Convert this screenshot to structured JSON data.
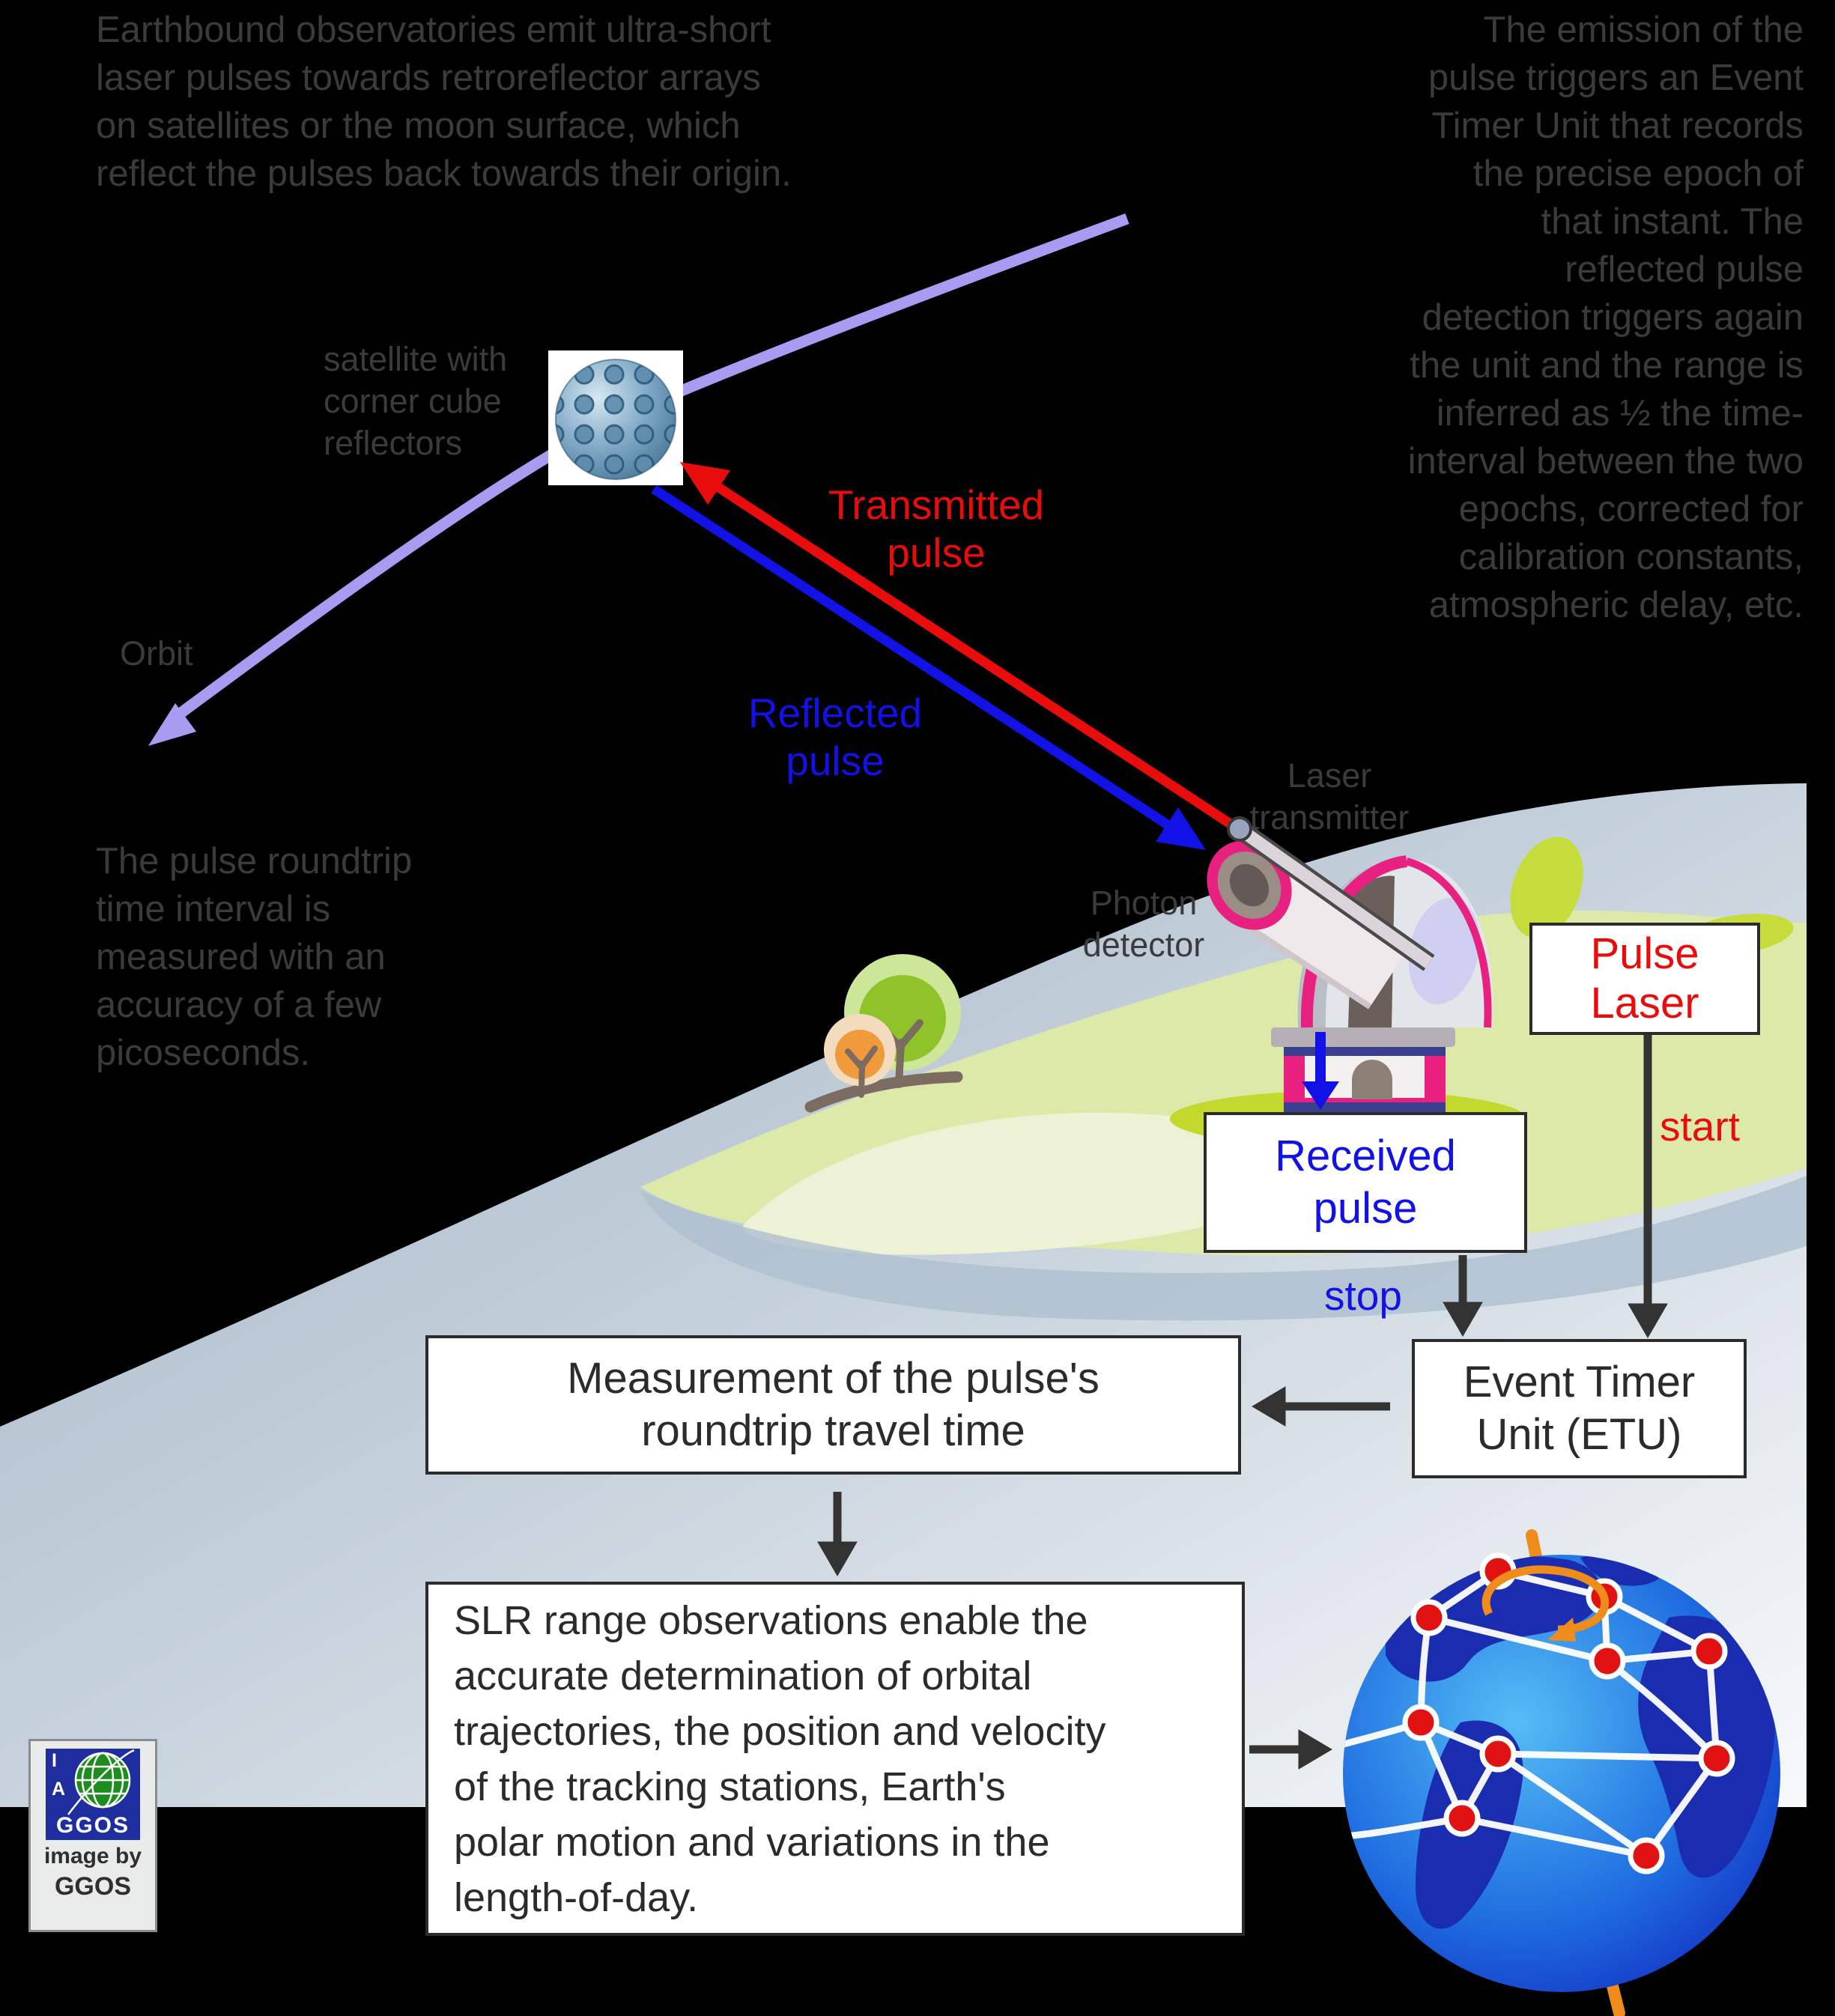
{
  "intro": {
    "lines": [
      "Earthbound observatories emit ultra-short",
      "laser pulses towards retroreflector arrays",
      "on satellites or the moon surface, which",
      "reflect the pulses back towards their origin."
    ]
  },
  "emission": {
    "lines": [
      "The emission of the",
      "pulse triggers an Event",
      "Timer Unit that records",
      "the precise epoch of",
      "that instant. The",
      "reflected pulse",
      "detection triggers again",
      "the unit and the range is",
      "inferred as ½ the time-",
      "interval between the two",
      "epochs, corrected for",
      "calibration constants,",
      "atmospheric delay, etc."
    ]
  },
  "roundtrip": {
    "lines": [
      "The pulse roundtrip",
      "time interval is",
      "measured with an",
      "accuracy of a few",
      "picoseconds."
    ]
  },
  "labels": {
    "satellite": {
      "lines": [
        "satellite with",
        "corner cube",
        "reflectors"
      ]
    },
    "orbit": "Orbit",
    "transmitted": {
      "lines": [
        "Transmitted",
        "pulse"
      ]
    },
    "reflected": {
      "lines": [
        "Reflected",
        "pulse"
      ]
    },
    "laser_transmitter": {
      "lines": [
        "Laser",
        "transmitter"
      ]
    },
    "photon_detector": {
      "lines": [
        "Photon",
        "detector"
      ]
    },
    "start": "start",
    "stop": "stop"
  },
  "boxes": {
    "pulse_laser": {
      "lines": [
        "Pulse",
        "Laser"
      ]
    },
    "received_pulse": {
      "lines": [
        "Received",
        "pulse"
      ]
    },
    "etu": {
      "lines": [
        "Event Timer",
        "Unit (ETU)"
      ]
    },
    "measurement": {
      "lines": [
        "Measurement of the pulse's",
        "roundtrip travel time"
      ]
    },
    "slr": {
      "lines": [
        "SLR range observations enable the",
        "accurate determination of orbital",
        "trajectories, the position and velocity",
        "of the tracking stations, Earth's",
        "polar motion and variations in the",
        "length-of-day."
      ]
    }
  },
  "logo": {
    "iag_letters": [
      "I",
      "A"
    ],
    "acronym": "GGOS",
    "credit_line1": "image by",
    "credit_line2": "GGOS"
  },
  "icons": {
    "satellite": "satellite-with-corner-cube-reflectors",
    "observatory": "laser-ranging-observatory",
    "globe": "tracking-station-network-globe",
    "trees": "trees-on-land",
    "orbit_arrow": "orbit-arc-arrow"
  },
  "colors": {
    "background": "#000000",
    "grey_text": "#3b3b3d",
    "red": "#e90c0c",
    "blue": "#1212e6",
    "orbit_purple": "#a79cf1",
    "earth_base": "#a4b6c8",
    "earth_light": "#f7f9fa",
    "land_green": "#dce9a8",
    "land_bright": "#c3d92e",
    "dome_pink": "#e8207f",
    "globe_blue": "#1e6ce0",
    "station_red": "#e11212",
    "axis_orange": "#ef8c1c",
    "flow_arrow": "#333333"
  }
}
